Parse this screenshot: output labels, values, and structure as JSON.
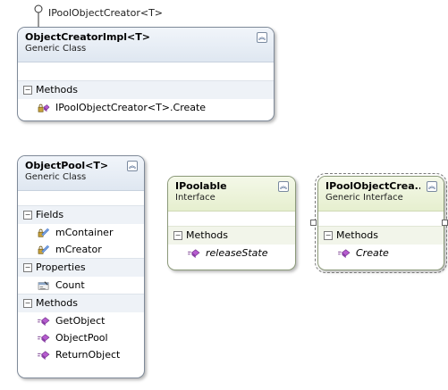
{
  "lollipop": {
    "label": "IPoolObjectCreator<T>"
  },
  "shapes": {
    "objectCreatorImpl": {
      "title": "ObjectCreatorImpl<T>",
      "subtitle": "Generic Class",
      "sections": [
        {
          "label": "Methods",
          "members": [
            {
              "name": "IPoolObjectCreator<T>.Create",
              "icon": "method-lock-icon"
            }
          ]
        }
      ]
    },
    "objectPool": {
      "title": "ObjectPool<T>",
      "subtitle": "Generic Class",
      "sections": [
        {
          "label": "Fields",
          "members": [
            {
              "name": "mContainer",
              "icon": "field-icon"
            },
            {
              "name": "mCreator",
              "icon": "field-icon"
            }
          ]
        },
        {
          "label": "Properties",
          "members": [
            {
              "name": "Count",
              "icon": "property-icon"
            }
          ]
        },
        {
          "label": "Methods",
          "members": [
            {
              "name": "GetObject",
              "icon": "method-icon"
            },
            {
              "name": "ObjectPool",
              "icon": "method-icon"
            },
            {
              "name": "ReturnObject",
              "icon": "method-icon"
            }
          ]
        }
      ]
    },
    "iPoolable": {
      "title": "IPoolable",
      "subtitle": "Interface",
      "sections": [
        {
          "label": "Methods",
          "members": [
            {
              "name": "releaseState",
              "icon": "method-icon"
            }
          ]
        }
      ]
    },
    "iPoolObjectCreator": {
      "title": "IPoolObjectCrea...",
      "subtitle": "Generic Interface",
      "sections": [
        {
          "label": "Methods",
          "members": [
            {
              "name": "Create",
              "icon": "method-icon"
            }
          ]
        }
      ]
    }
  },
  "colors": {
    "method": "#b65ccf",
    "field": "#3b6fc4",
    "header_class": "#dfe7f1",
    "header_interface": "#e6efcf"
  }
}
